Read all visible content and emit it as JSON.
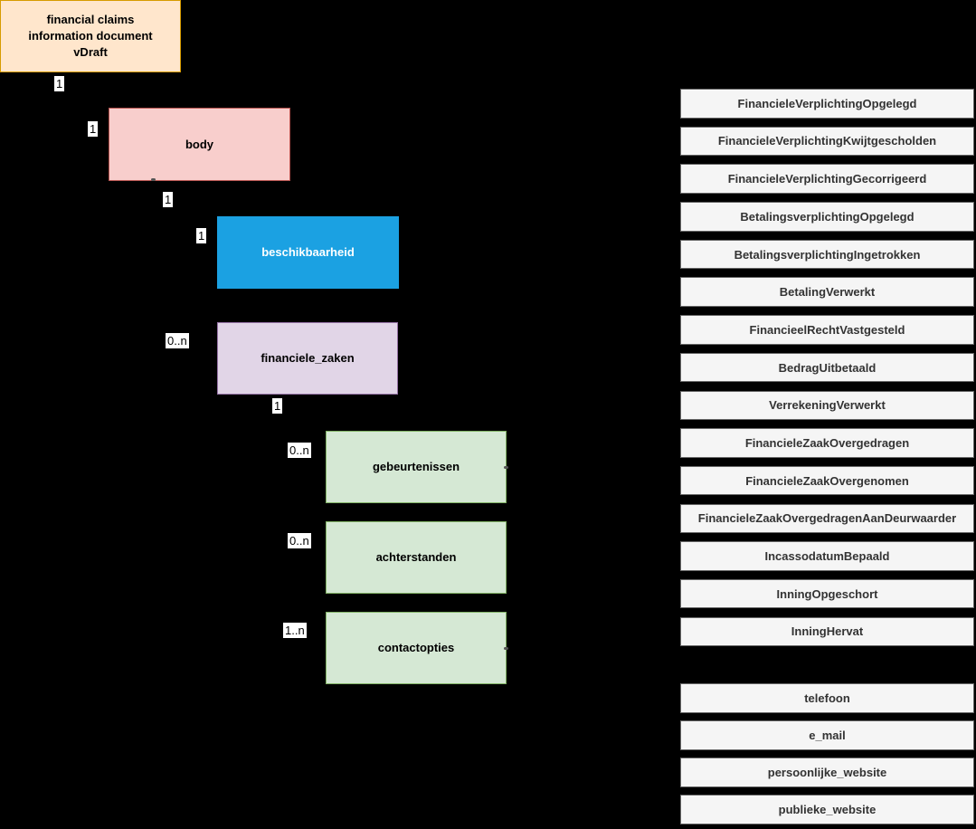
{
  "diagram": {
    "title": "financial claims information document vDraft",
    "nodes": {
      "root": {
        "label": "financial claims\ninformation document\nvDraft",
        "fill": "#ffe6cc",
        "stroke": "#d79b00"
      },
      "body": {
        "label": "body",
        "fill": "#f8cecc",
        "stroke": "#b85450"
      },
      "beschikbaarheid": {
        "label": "beschikbaarheid",
        "fill": "#1ba1e2",
        "stroke": "#1ba1e2"
      },
      "financiele_zaken": {
        "label": "financiele_zaken",
        "fill": "#e1d5e7",
        "stroke": "#9673a6"
      },
      "gebeurtenissen": {
        "label": "gebeurtenissen",
        "fill": "#d5e8d4",
        "stroke": "#82b366"
      },
      "achterstanden": {
        "label": "achterstanden",
        "fill": "#d5e8d4",
        "stroke": "#82b366"
      },
      "contactopties": {
        "label": "contactopties",
        "fill": "#d5e8d4",
        "stroke": "#82b366"
      }
    },
    "edge_labels": {
      "root_source": "1",
      "body_target": "1",
      "body_source": "1",
      "beschikbaarheid_target": "1",
      "financiele_zaken_target": "0..n",
      "financiele_zaken_source": "1",
      "gebeurtenissen_target": "0..n",
      "achterstanden_target": "0..n",
      "contactopties_target": "1..n"
    },
    "event_list": {
      "items": [
        "FinancieleVerplichtingOpgelegd",
        "FinancieleVerplichtingKwijtgescholden",
        "FinancieleVerplichtingGecorrigeerd",
        "BetalingsverplichtingOpgelegd",
        "BetalingsverplichtingIngetrokken",
        "BetalingVerwerkt",
        "FinancieelRechtVastgesteld",
        "BedragUitbetaald",
        "VerrekeningVerwerkt",
        "FinancieleZaakOvergedragen",
        "FinancieleZaakOvergenomen",
        "FinancieleZaakOvergedragenAanDeurwaarder",
        "IncassodatumBepaald",
        "InningOpgeschort",
        "InningHervat"
      ],
      "item_fill": "#f5f5f5",
      "item_stroke": "#666666",
      "item_text_color": "#333333"
    },
    "contact_list": {
      "items": [
        "telefoon",
        "e_mail",
        "persoonlijke_website",
        "publieke_website"
      ],
      "item_fill": "#f5f5f5",
      "item_stroke": "#666666",
      "item_text_color": "#333333"
    },
    "canvas_background": "#000000"
  }
}
